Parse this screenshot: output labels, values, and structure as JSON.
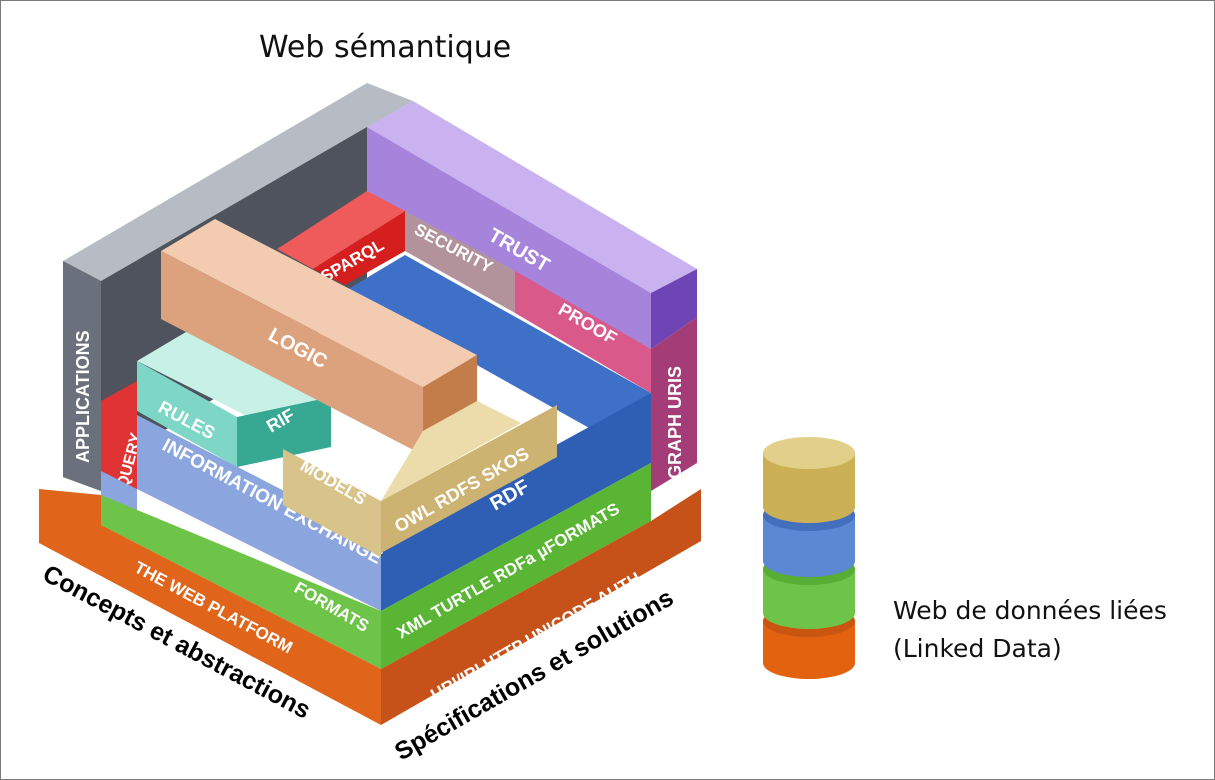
{
  "title": "Web sémantique",
  "left_face_label": "Concepts et abstractions",
  "right_face_label": "Spécifications et solutions",
  "layers": {
    "applications": "APPLICATIONS",
    "trust": "TRUST",
    "sparql": "SPARQL",
    "security": "SECURITY",
    "proof": "PROOF",
    "graph_uris": "GRAPH URIS",
    "logic": "LOGIC",
    "rules": "RULES",
    "rif": "RIF",
    "query": "QUERY",
    "information_exchange": "INFORMATION EXCHANGE",
    "models": "MODELS",
    "owl_rdfs_skos": "OWL  RDFS  SKOS",
    "rdf": "RDF",
    "formats": "FORMATS",
    "formats_specs": "XML TURTLE RDFa µFORMATS",
    "web_platform": "THE WEB PLATFORM",
    "platform_specs": "URI/IRI  HTTP  UNICODE  AUTH"
  },
  "linked_data_caption": [
    "Web de données liées",
    "(Linked Data)"
  ],
  "colors": {
    "gray_frame": "#b7bcc4",
    "dark_wall": "#4e535d",
    "trust": "#b99be3",
    "sparql": "#df2c2c",
    "security": "#b3939b",
    "proof": "#d9598a",
    "graph_uris": "#a43c78",
    "logic": "#dca27d",
    "rules": "#7ed6c6",
    "rif": "#37a892",
    "blue": "#3f70c7",
    "light_blue": "#8ba6df",
    "models": "#d8c48a",
    "green": "#6ec448",
    "orange": "#e0651b",
    "cyl_gold": "#cbb055",
    "cyl_blue": "#5a88d2",
    "cyl_green": "#6ec448",
    "cyl_orange": "#e2620f"
  }
}
